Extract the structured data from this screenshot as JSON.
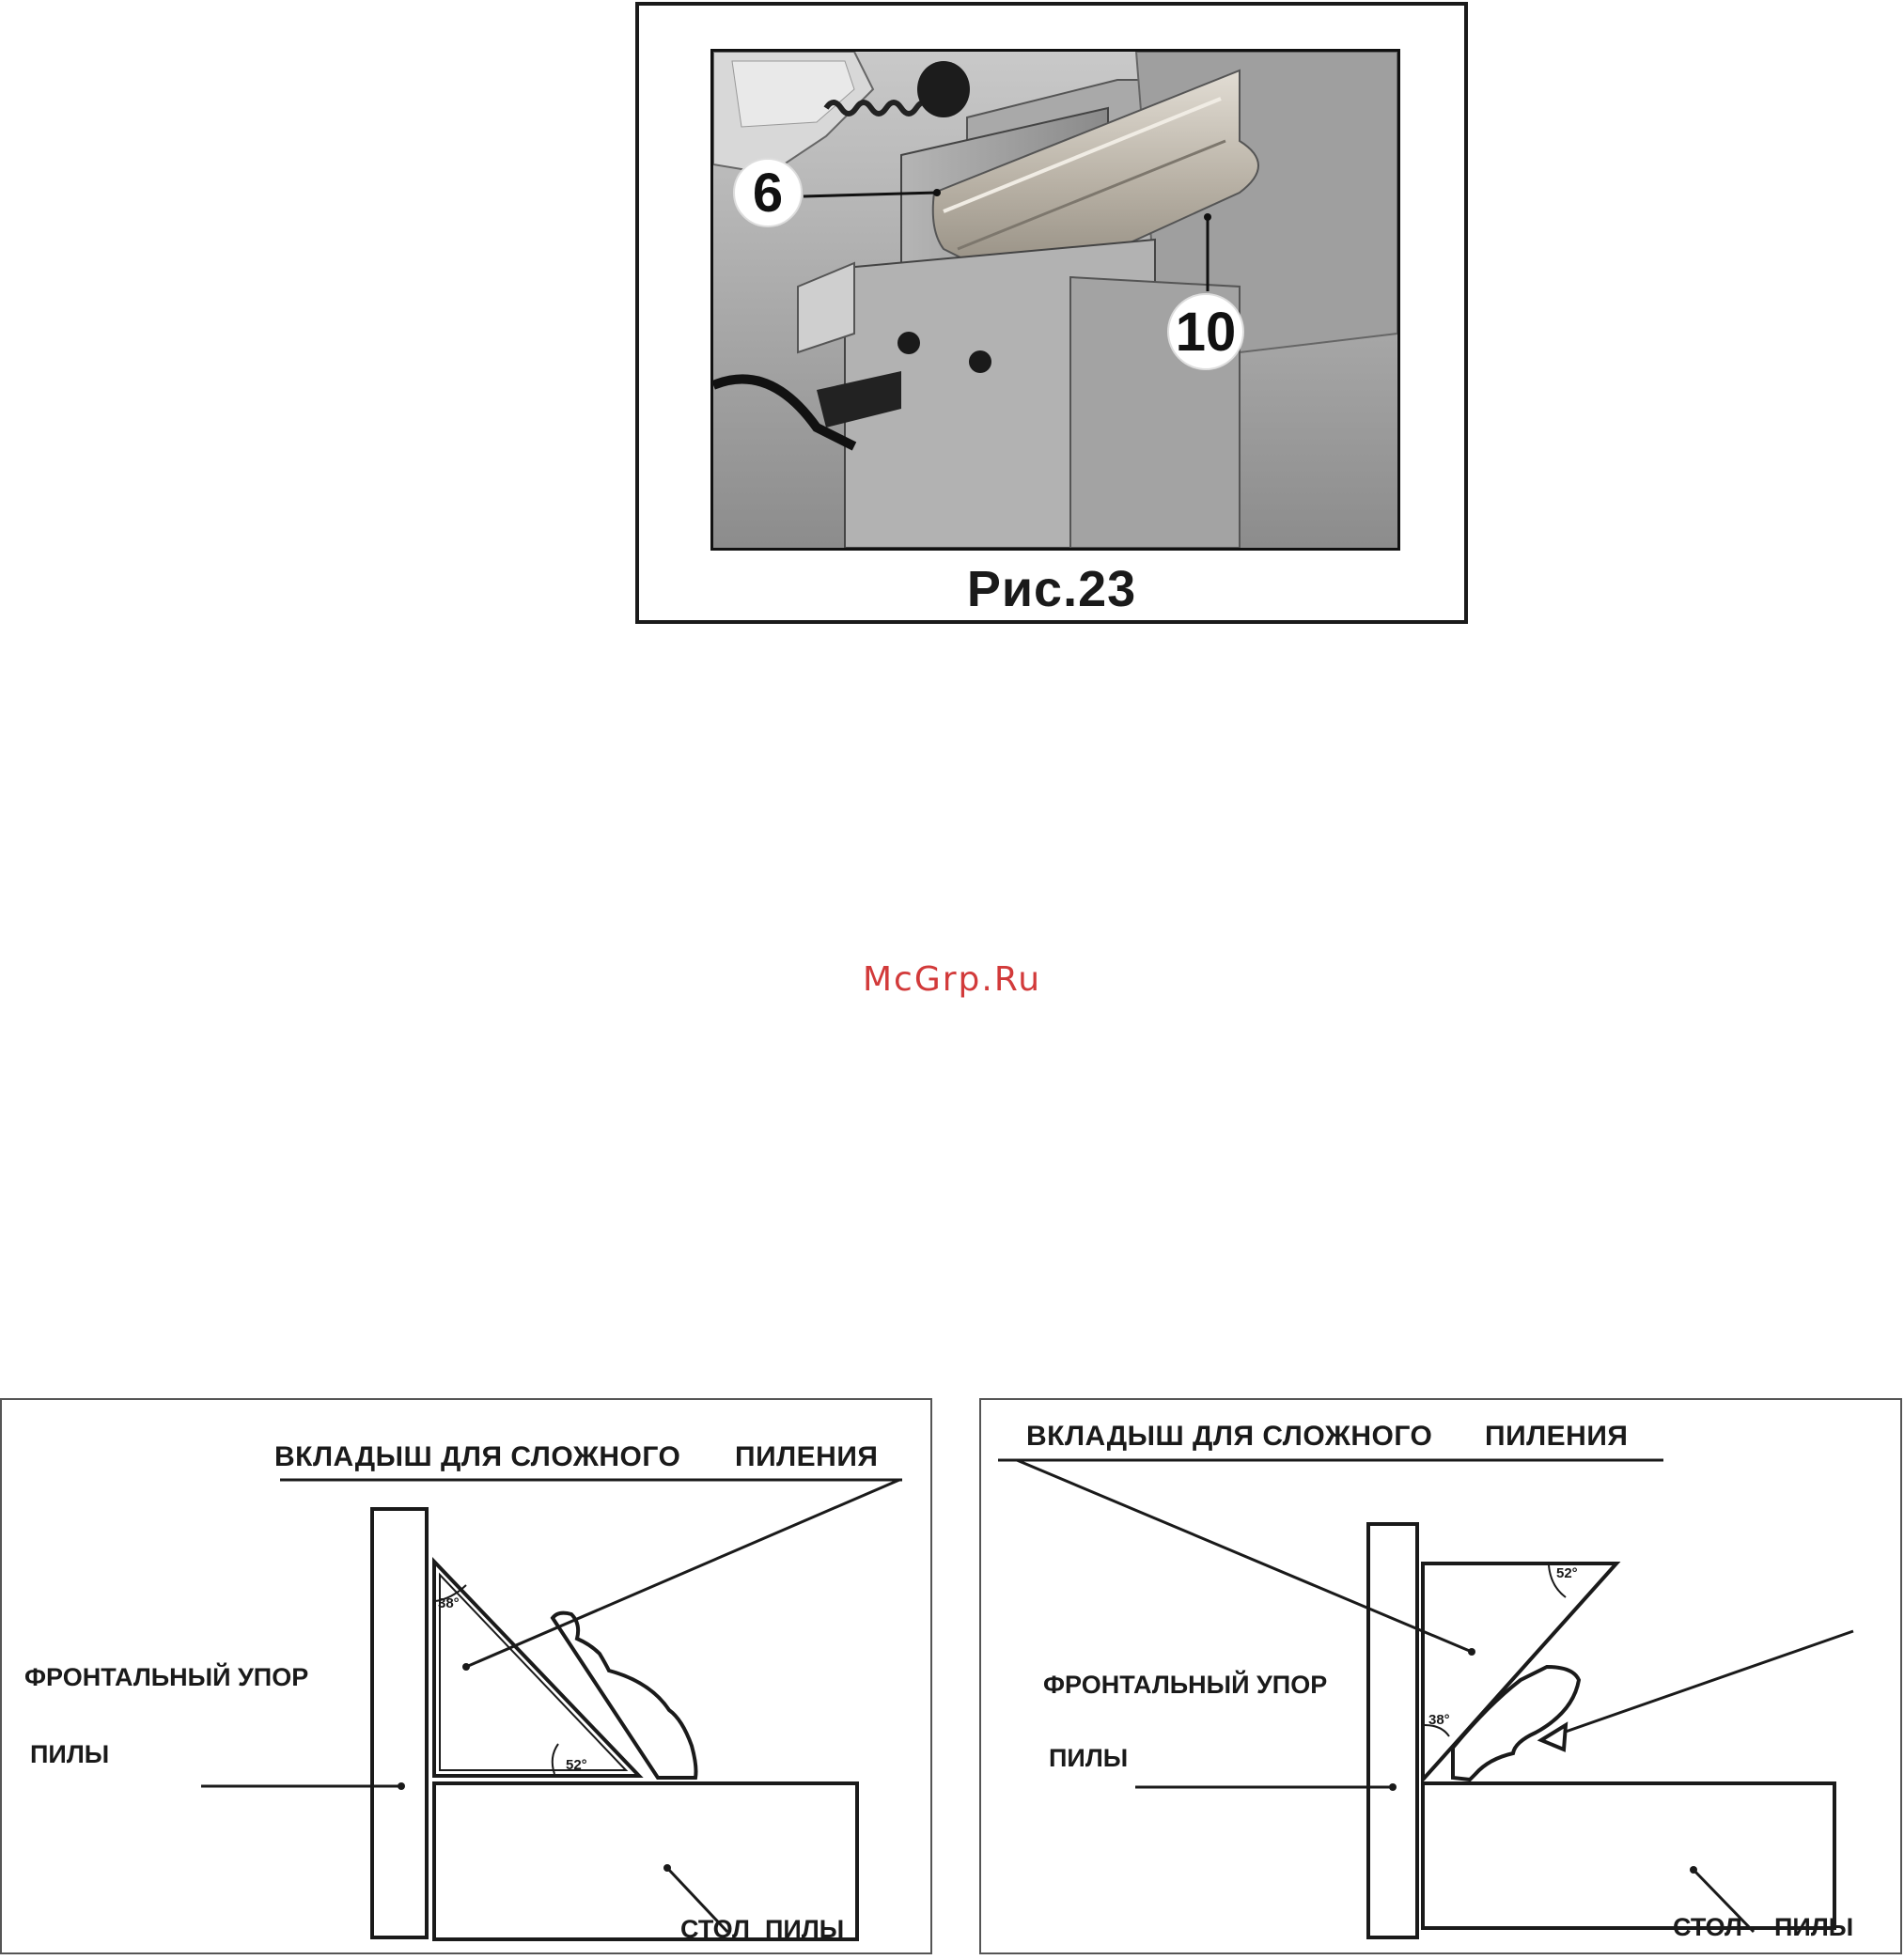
{
  "figure23": {
    "caption": "Рис.23",
    "callouts": [
      {
        "id": "6",
        "label": "6"
      },
      {
        "id": "10",
        "label": "10"
      }
    ]
  },
  "watermark": {
    "text": "McGrp.Ru",
    "color": "#d23a3a"
  },
  "diagram_left": {
    "insert_label_1": "ВКЛАДЫШ ДЛЯ СЛОЖНОГО",
    "insert_label_2": "ПИЛЕНИЯ",
    "fence_label_1": "ФРОНТАЛЬНЫЙ УПОР",
    "fence_label_2": "ПИЛЫ",
    "table_label_1": "СТОЛ",
    "table_label_2": "ПИЛЫ",
    "angle_top": "38°",
    "angle_bottom": "52°"
  },
  "diagram_right": {
    "insert_label_1": "ВКЛАДЫШ ДЛЯ СЛОЖНОГО",
    "insert_label_2": "ПИЛЕНИЯ",
    "fence_label_1": "ФРОНТАЛЬНЫЙ УПОР",
    "fence_label_2": "ПИЛЫ",
    "table_label_1": "СТОЛ",
    "table_label_2": "ПИЛЫ",
    "angle_top": "52°",
    "angle_bottom": "38°"
  }
}
